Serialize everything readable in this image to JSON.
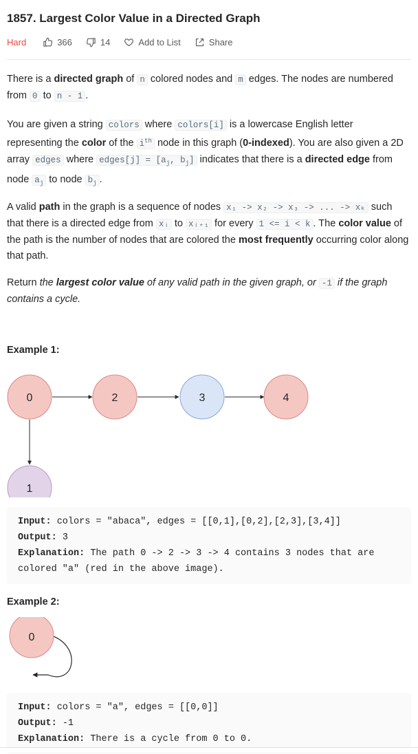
{
  "problem": {
    "title": "1857. Largest Color Value in a Directed Graph",
    "difficulty": "Hard",
    "likes": "366",
    "dislikes": "14",
    "add_to_list": "Add to List",
    "share": "Share"
  },
  "description": {
    "p1": {
      "t1": "There is a ",
      "b1": "directed graph",
      "t2": " of ",
      "c1": "n",
      "t3": " colored nodes and ",
      "c2": "m",
      "t4": " edges. The nodes are numbered from ",
      "c3": "0",
      "t5": " to ",
      "c4": "n - 1",
      "t6": "."
    },
    "p2": {
      "t1": "You are given a string ",
      "c1": "colors",
      "t2": " where ",
      "c2": "colors[i]",
      "t3": " is a lowercase English letter representing the ",
      "b1": "color",
      "t4": " of the ",
      "c3a": "i",
      "c3sup": "th",
      "t5": " node in this graph (",
      "b2": "0-indexed",
      "t6": "). You are also given a 2D array ",
      "c4": "edges",
      "t7": " where ",
      "c5": "edges[j] = [a",
      "c5sub1": "j",
      "c5mid": ", b",
      "c5sub2": "j",
      "c5end": "]",
      "t8": " indicates that there is a ",
      "b3": "directed edge",
      "t9": " from node ",
      "c6": "a",
      "c6sub": "j",
      "t10": " to node ",
      "c7": "b",
      "c7sub": "j",
      "t11": "."
    },
    "p3": {
      "t1": "A valid ",
      "b1": "path",
      "t2": " in the graph is a sequence of nodes ",
      "c1": "x₁ -> x₂ -> x₃ -> ... -> xₖ",
      "t3": " such that there is a directed edge from ",
      "c2": "xᵢ",
      "t4": " to ",
      "c3": "xᵢ₊₁",
      "t5": " for every ",
      "c4": "1 <= i < k",
      "t6": ". The ",
      "b2": "color value",
      "t7": " of the path is the number of nodes that are colored the ",
      "b3": "most frequently",
      "t8": " occurring color along that path."
    },
    "p4": {
      "t1": "Return ",
      "i1": "the ",
      "bi1": "largest color value",
      "i2": " of any valid path in the given graph, or ",
      "c1": "-1",
      "i3": " if the graph contains a cycle."
    }
  },
  "example1": {
    "title": "Example 1:",
    "nodes": [
      {
        "label": "0",
        "color": "#f4c7c3"
      },
      {
        "label": "2",
        "color": "#f4c7c3"
      },
      {
        "label": "3",
        "color": "#dae5f7"
      },
      {
        "label": "4",
        "color": "#f4c7c3"
      },
      {
        "label": "1",
        "color": "#e2d3e8"
      }
    ],
    "input_label": "Input:",
    "input_value": " colors = \"abaca\", edges = [[0,1],[0,2],[2,3],[3,4]]",
    "output_label": "Output:",
    "output_value": " 3",
    "explanation_label": "Explanation:",
    "explanation_value": " The path 0 -> 2 -> 3 -> 4 contains 3 nodes that are colored \"a\" (red in the above image)."
  },
  "example2": {
    "title": "Example 2:",
    "nodes": [
      {
        "label": "0",
        "color": "#f4c7c3"
      }
    ],
    "input_label": "Input:",
    "input_value": " colors = \"a\", edges = [[0,0]]",
    "output_label": "Output:",
    "output_value": " -1",
    "explanation_label": "Explanation:",
    "explanation_value": " There is a cycle from 0 to 0."
  },
  "colors": {
    "hard": "#ef4743",
    "node_red": "#f4c7c3",
    "node_blue": "#dae5f7",
    "node_purple": "#e2d3e8",
    "node_stroke_red": "#d98a84",
    "node_stroke_blue": "#8aa6d8",
    "node_stroke_purple": "#b79cc4"
  },
  "icons": {
    "like": "thumbs-up-icon",
    "dislike": "thumbs-down-icon",
    "add": "heart-icon",
    "share": "share-icon"
  }
}
